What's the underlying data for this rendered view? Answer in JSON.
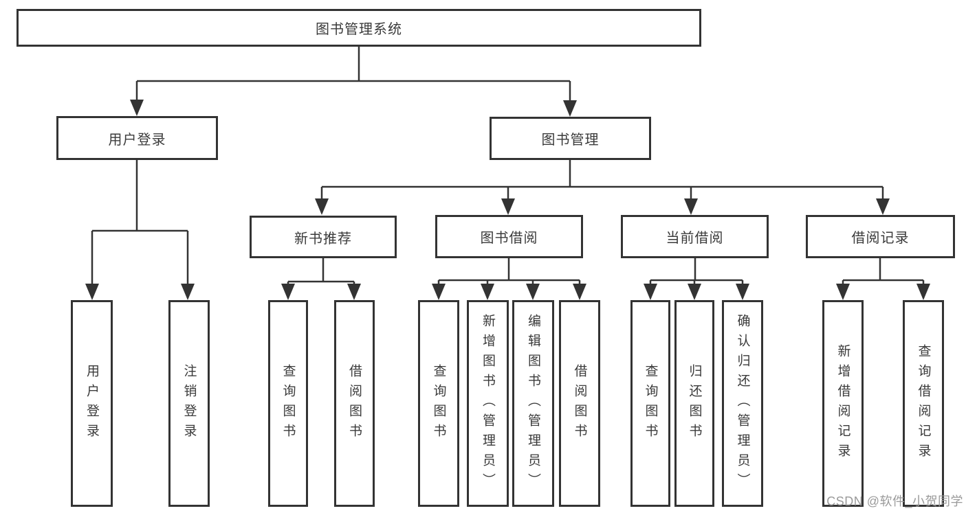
{
  "colors": {
    "box_border": "#333333",
    "line": "#333333",
    "text": "#3a3a3a",
    "watermark": "#9a9a9a",
    "background": "#ffffff"
  },
  "watermark": {
    "text": "CSDN @软件_小贺同学"
  },
  "tree": {
    "label": "图书管理系统",
    "children": [
      {
        "label": "用户登录",
        "children": [
          {
            "label": "用户登录"
          },
          {
            "label": "注销登录"
          }
        ]
      },
      {
        "label": "图书管理",
        "children": [
          {
            "label": "新书推荐",
            "children": [
              {
                "label": "查询图书"
              },
              {
                "label": "借阅图书"
              }
            ]
          },
          {
            "label": "图书借阅",
            "children": [
              {
                "label": "查询图书"
              },
              {
                "label": "新增图书（管理员）"
              },
              {
                "label": "编辑图书（管理员）"
              },
              {
                "label": "借阅图书"
              }
            ]
          },
          {
            "label": "当前借阅",
            "children": [
              {
                "label": "查询图书"
              },
              {
                "label": "归还图书"
              },
              {
                "label": "确认归还（管理员）"
              }
            ]
          },
          {
            "label": "借阅记录",
            "children": [
              {
                "label": "新增借阅记录"
              },
              {
                "label": "查询借阅记录"
              }
            ]
          }
        ]
      }
    ]
  }
}
